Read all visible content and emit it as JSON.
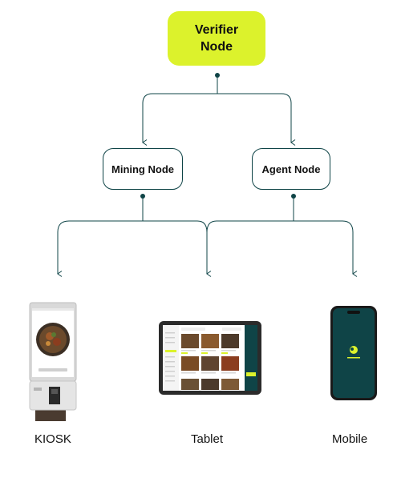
{
  "nodes": {
    "verifier": "Verifier\nNode",
    "mining": "Mining Node",
    "agent": "Agent Node"
  },
  "devices": {
    "kiosk": "KIOSK",
    "tablet": "Tablet",
    "mobile": "Mobile"
  },
  "colors": {
    "verifier_fill": "#dcf22c",
    "line": "#0f4447",
    "app_screen": "#0f4447"
  }
}
